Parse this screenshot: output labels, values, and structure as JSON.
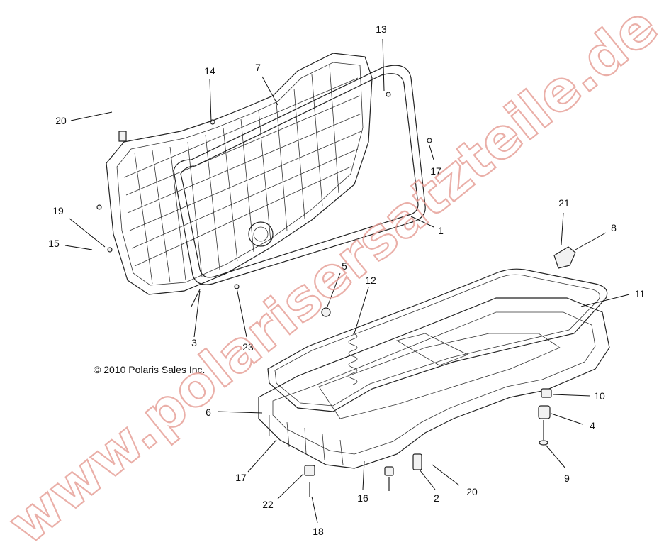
{
  "copyright": "© 2010 Polaris Sales Inc.",
  "watermark": "www.polarisersatzteile.de",
  "callouts": [
    "13",
    "14",
    "7",
    "20",
    "17",
    "19",
    "15",
    "1",
    "21",
    "8",
    "5",
    "12",
    "11",
    "3",
    "23",
    "10",
    "6",
    "4",
    "9",
    "17",
    "22",
    "16",
    "2",
    "20",
    "18"
  ],
  "colors": {
    "line": "#222222",
    "watermark": "#e7a29a",
    "background": "#ffffff"
  }
}
